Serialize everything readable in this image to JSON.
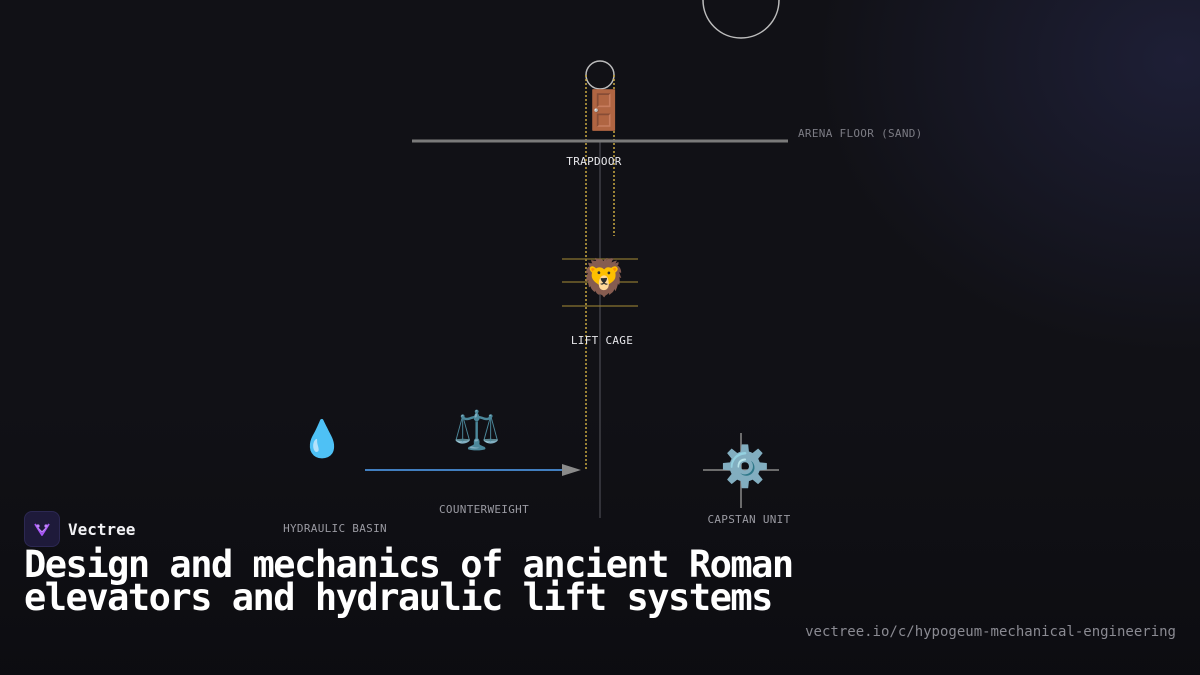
{
  "diagram": {
    "labels": {
      "arena_floor": "ARENA FLOOR (SAND)",
      "trapdoor": "TRAPDOOR",
      "lift_cage": "LIFT CAGE",
      "counterweight": "COUNTERWEIGHT",
      "hydraulic_basin": "HYDRAULIC BASIN",
      "capstan_unit": "CAPSTAN UNIT"
    },
    "icons": {
      "trapdoor": "🚪",
      "lion": "🦁",
      "water_drop": "💧",
      "scales": "⚖️",
      "gear": "⚙️"
    },
    "icon_names": [
      "door-icon",
      "lion-icon",
      "water-drop-icon",
      "balance-scale-icon",
      "gear-icon"
    ],
    "colors": {
      "rope": "#c9a940",
      "floor": "#7a7a7a",
      "pipe": "#4a8fd8",
      "arrowhead": "#8a8a8a",
      "shaft": "#4a4a52",
      "circle": "#bdbdbd"
    }
  },
  "brand": {
    "name": "Vectree"
  },
  "title": "Design and mechanics of ancient Roman elevators and hydraulic lift systems",
  "url": "vectree.io/c/hypogeum-mechanical-engineering"
}
